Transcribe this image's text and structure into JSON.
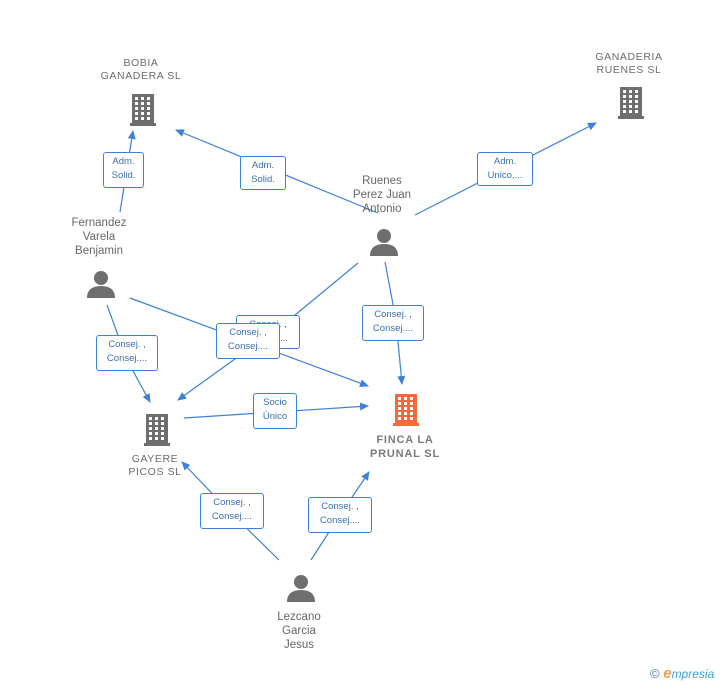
{
  "nodes": {
    "bobia": {
      "label": "BOBIA\nGANADERA  SL",
      "icon": "building-icon",
      "color": "#6e6e6e"
    },
    "ganaderia": {
      "label": "GANADERIA\nRUENES  SL",
      "icon": "building-icon",
      "color": "#6e6e6e"
    },
    "gayere": {
      "label": "GAYERE\nPICOS  SL",
      "icon": "building-icon",
      "color": "#6e6e6e"
    },
    "finca": {
      "label": "FINCA LA\nPRUNAL  SL",
      "icon": "building-icon",
      "color": "#f26b3a"
    },
    "fernandez": {
      "label": "Fernandez\nVarela\nBenjamin",
      "icon": "person-icon",
      "color": "#6e6e6e"
    },
    "ruenes": {
      "label": "Ruenes\nPerez Juan\nAntonio",
      "icon": "person-icon",
      "color": "#6e6e6e"
    },
    "lezcano": {
      "label": "Lezcano\nGarcia\nJesus",
      "icon": "person-icon",
      "color": "#6e6e6e"
    }
  },
  "edges": [
    {
      "from": "fernandez",
      "to": "bobia",
      "label": "Adm.\nSolid."
    },
    {
      "from": "ruenes",
      "to": "bobia",
      "label": "Adm.\nSolid."
    },
    {
      "from": "ruenes",
      "to": "ganaderia",
      "label": "Adm.\nUnico,..."
    },
    {
      "from": "ruenes",
      "to": "finca",
      "label": "Consej. ,\nConsej...."
    },
    {
      "from": "ruenes",
      "to": "gayere",
      "label": "Consej. ,\nConsej...."
    },
    {
      "from": "fernandez",
      "to": "gayere",
      "label": "Consej. ,\nConsej...."
    },
    {
      "from": "fernandez",
      "to": "finca",
      "label": "Consej. ,\nConsej...."
    },
    {
      "from": "gayere",
      "to": "finca",
      "label": "Socio\nÚnico"
    },
    {
      "from": "lezcano",
      "to": "gayere",
      "label": "Consej. ,\nConsej...."
    },
    {
      "from": "lezcano",
      "to": "finca",
      "label": "Consej. ,\nConsej...."
    }
  ],
  "colors": {
    "edge": "#3d82d6"
  },
  "footer": {
    "copyright": "©",
    "brand_initial": "e",
    "brand_rest": "mpresia"
  }
}
